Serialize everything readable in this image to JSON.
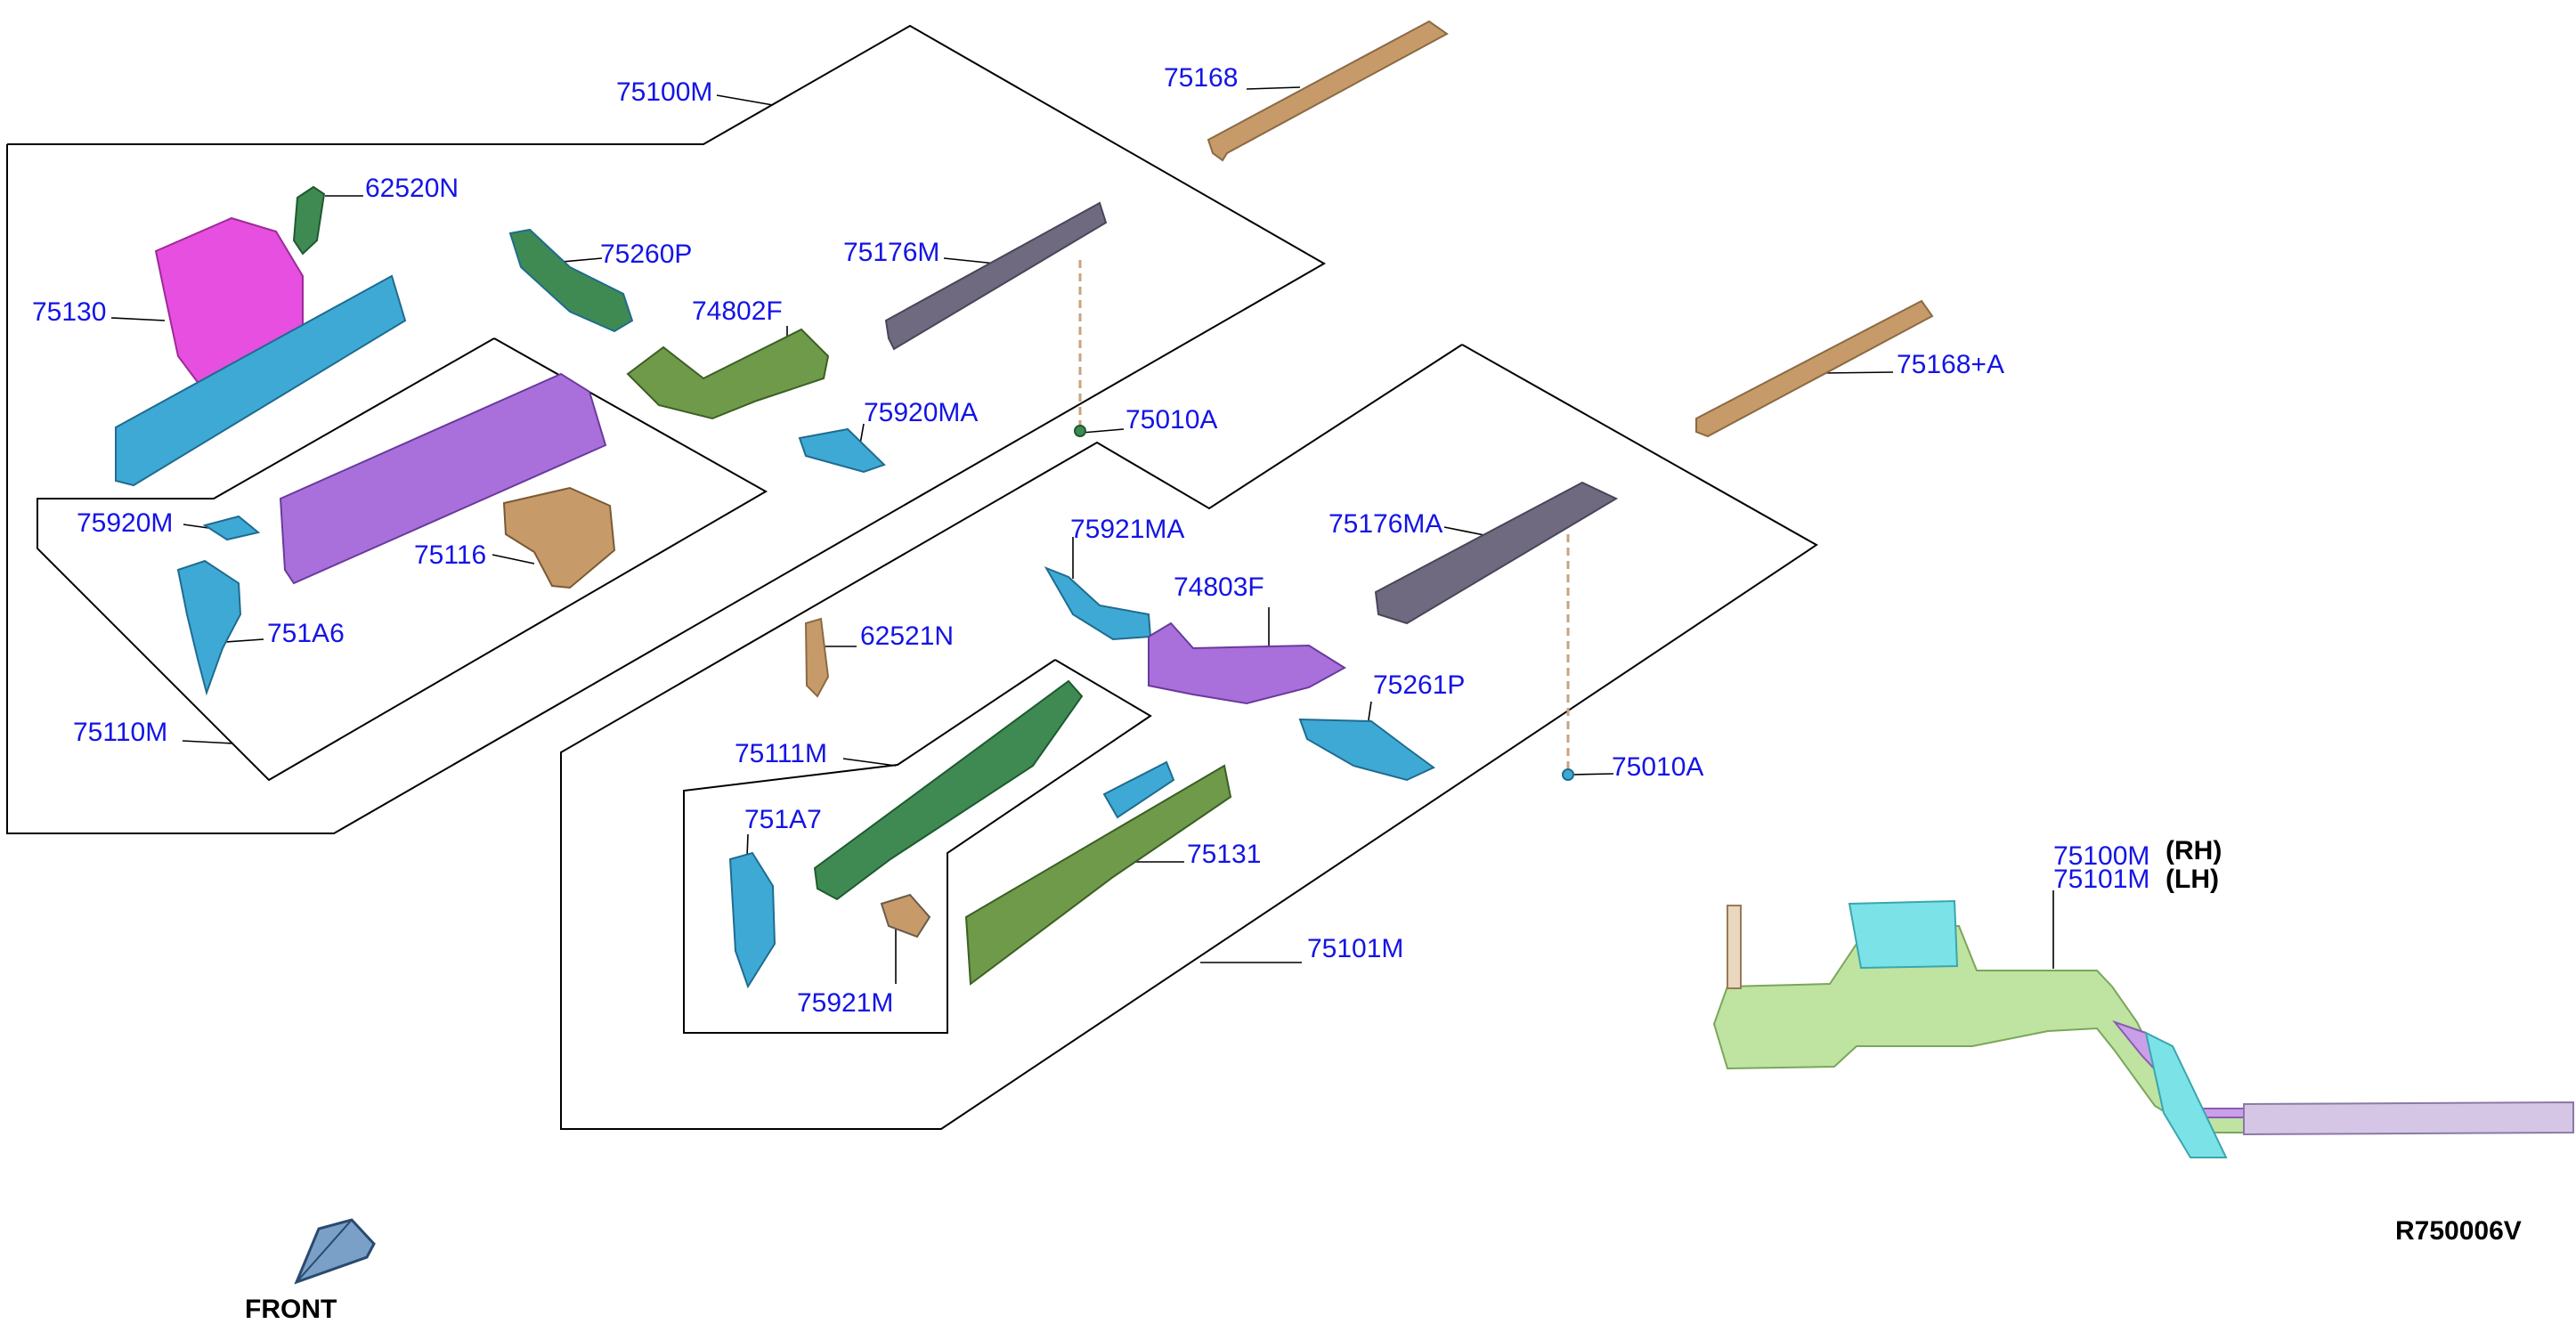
{
  "parts": {
    "p75100M": "75100M",
    "p75168": "75168",
    "p62520N": "62520N",
    "p75260P": "75260P",
    "p75176M": "75176M",
    "p75130": "75130",
    "p74802F": "74802F",
    "p75920MA": "75920MA",
    "p75010A_1": "75010A",
    "p75168A": "75168+A",
    "p75920M": "75920M",
    "p75116": "75116",
    "p751A6": "751A6",
    "p75110M": "75110M",
    "p75921MA": "75921MA",
    "p75176MA": "75176MA",
    "p74803F": "74803F",
    "p62521N": "62521N",
    "p75261P": "75261P",
    "p75111M": "75111M",
    "p75010A_2": "75010A",
    "p751A7": "751A7",
    "p75131": "75131",
    "p75101M": "75101M",
    "p75921M": "75921M"
  },
  "assembly": {
    "rh_part": "75100M",
    "rh_side": "(RH)",
    "lh_part": "75101M",
    "lh_side": "(LH)"
  },
  "footer": {
    "front_label": "FRONT",
    "ref_code": "R750006V"
  },
  "colors": {
    "callout_text": "#1414e6",
    "outline": "#000000",
    "cyan_part": "#3fa9d6",
    "magenta_part": "#e64fe0",
    "purple_part": "#a970dc",
    "olive_green_part": "#6f9a4a",
    "dark_green_part": "#3f8a52",
    "tan_part": "#c79a6a",
    "slate_part": "#6f6a80",
    "light_green_part": "#bfe3a0"
  }
}
